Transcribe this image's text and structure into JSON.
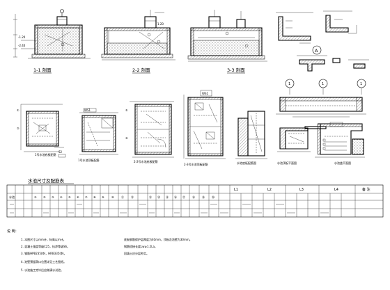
{
  "sections": {
    "s11": "1-1 剖面",
    "s22": "2-2 剖面",
    "s33": "3-3 剖面"
  },
  "plans": {
    "p1": "1号水池底板配筋",
    "p2": "1号水池顶板配筋",
    "p3": "2-2号水池底板配筋",
    "p4": "2-3号水池顶板配筋",
    "p5": "水池底板配筋图",
    "p6": "水池顶板平面图",
    "p7": "水池盖平面图"
  },
  "detail_markers": {
    "a": "A",
    "b": "1",
    "c": "1",
    "d": "1"
  },
  "table": {
    "title": "水池尺寸及配筋表",
    "group_headers": [
      "L1",
      "L2",
      "L3",
      "L4"
    ],
    "note_header": "备 注"
  },
  "notes": {
    "heading": "说 明：",
    "lines": [
      "1. 本图尺寸以mm计，标高以m计。",
      "2. 混凝土强度等级C25，抗渗等级S6。",
      "3. 钢筋HPB235(Φ)，HRB335(Φ)。",
      "4. 池壁预留洞口位置详见工艺图纸。",
      "5. 水池施工完毕后应做满水试验。"
    ],
    "right_lines": [
      "底板钢筋保护层厚度为40mm，顶板及池壁为30mm。",
      "钢筋搭接长度Lw≥1.2La。",
      "回填土应分层夯实。"
    ]
  }
}
